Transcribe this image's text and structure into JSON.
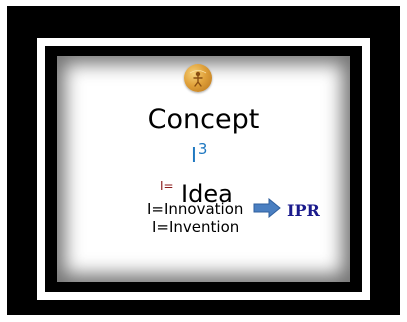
{
  "slide": {
    "logo_icon": "gold-globe-logo-icon",
    "title": "Concept",
    "i3_base": "I",
    "i3_sup": "3",
    "i_prefix": "I=",
    "idea": "Idea",
    "innovation": "I=Innovation",
    "invention": "I=Invention",
    "arrow_icon": "right-arrow-icon",
    "ipr": "IPR"
  },
  "colors": {
    "frame": "#000000",
    "i3": "#1f78c1",
    "i_prefix": "#8b1a1a",
    "arrow": "#4a7fc1",
    "ipr": "#1a1a8c"
  }
}
